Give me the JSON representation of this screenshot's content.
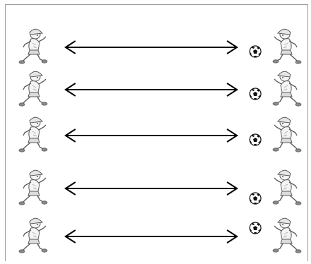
{
  "rows": [
    {
      "ball_side": "right"
    },
    {
      "ball_side": "right"
    },
    {
      "ball_side": "right"
    },
    {
      "ball_side": "right"
    },
    {
      "ball_side": "right"
    }
  ],
  "icons": {
    "left_figure": "cartoon-soccer-player-icon",
    "right_figure": "cartoon-soccer-player-icon",
    "ball": "soccer-ball-icon",
    "connector": "double-headed-arrow"
  },
  "colors": {
    "arrow": "#000000",
    "figure_stroke": "#5a5a5a",
    "figure_fill": "#f4f4f4",
    "ball_dark": "#111111",
    "frame": "#9a9a9a"
  }
}
